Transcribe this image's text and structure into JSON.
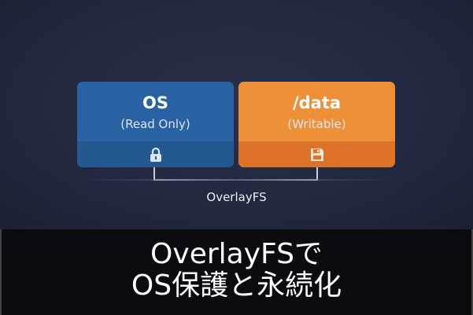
{
  "layers": [
    {
      "title": "OS",
      "subtitle": "(Read Only)",
      "icon": "lock-icon",
      "color": "#2862a3"
    },
    {
      "title": "/data",
      "subtitle": "(Writable)",
      "icon": "floppy-disk-icon",
      "color": "#ee9038"
    }
  ],
  "overlay_label": "OverlayFS",
  "banner": {
    "line1": "OverlayFSで",
    "line2": "OS保護と永続化"
  }
}
